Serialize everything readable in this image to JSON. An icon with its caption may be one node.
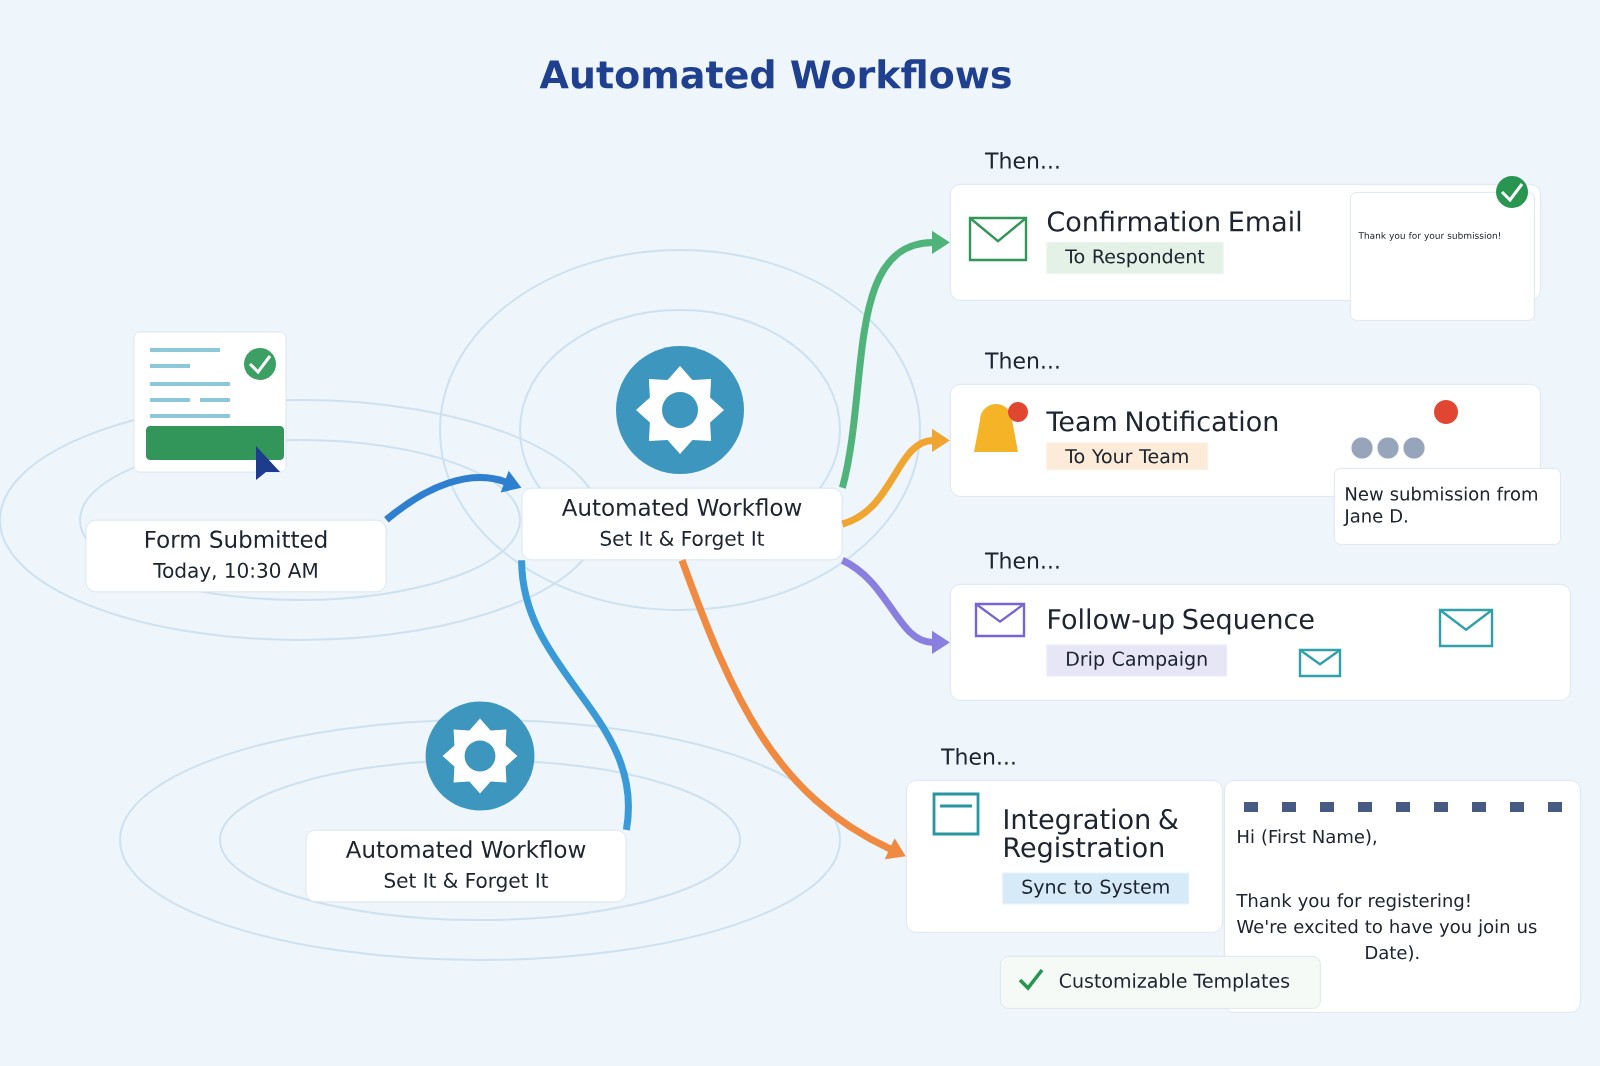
{
  "diagram": {
    "title": "Automated Workflows",
    "nodes": [
      {
        "text": [
          "Form Submitted",
          "Today, 10:30 AM"
        ]
      },
      {
        "text": [
          "Automated Workflow",
          "Set It & Forget It"
        ]
      },
      {
        "text": [
          "Confirmation Email",
          "To Respondent"
        ],
        "beside": [
          "Then..."
        ]
      },
      {
        "text": [
          "Team Notification",
          "To Your Team"
        ],
        "beside": [
          "Then..."
        ]
      },
      {
        "text": [
          "Follow-up Sequence",
          "Drip Campaign"
        ],
        "beside": [
          "Then..."
        ]
      },
      {
        "text": [
          "Integration & Registration",
          "Sync to System"
        ],
        "beside": [
          "Then..."
        ]
      },
      {
        "text": [
          "Automated Workflow",
          "Set It & Forget It"
        ]
      },
      {
        "text": [
          "Thank you for your submission!"
        ]
      },
      {
        "text": [
          "New submission from Jane D."
        ]
      },
      {
        "text": [
          "Hi (First Name),",
          "Thank you for registering!",
          "We're excited to have you join us",
          "Date)."
        ]
      },
      {
        "text": [
          "Customizable Templates"
        ]
      }
    ],
    "edges": [
      {
        "from": 0,
        "to": 1,
        "arrow": "to",
        "color": "#2f7fd0"
      },
      {
        "from": 1,
        "to": 2,
        "arrow": "to",
        "color": "#4fb37a"
      },
      {
        "from": 1,
        "to": 3,
        "arrow": "to",
        "color": "#f0a530"
      },
      {
        "from": 1,
        "to": 4,
        "arrow": "to",
        "color": "#8a7ee0"
      },
      {
        "from": 1,
        "to": 5,
        "arrow": "to",
        "color": "#f08a40"
      },
      {
        "from": 1,
        "to": 6,
        "arrow": "none",
        "color": "#3a9ad8"
      }
    ]
  }
}
